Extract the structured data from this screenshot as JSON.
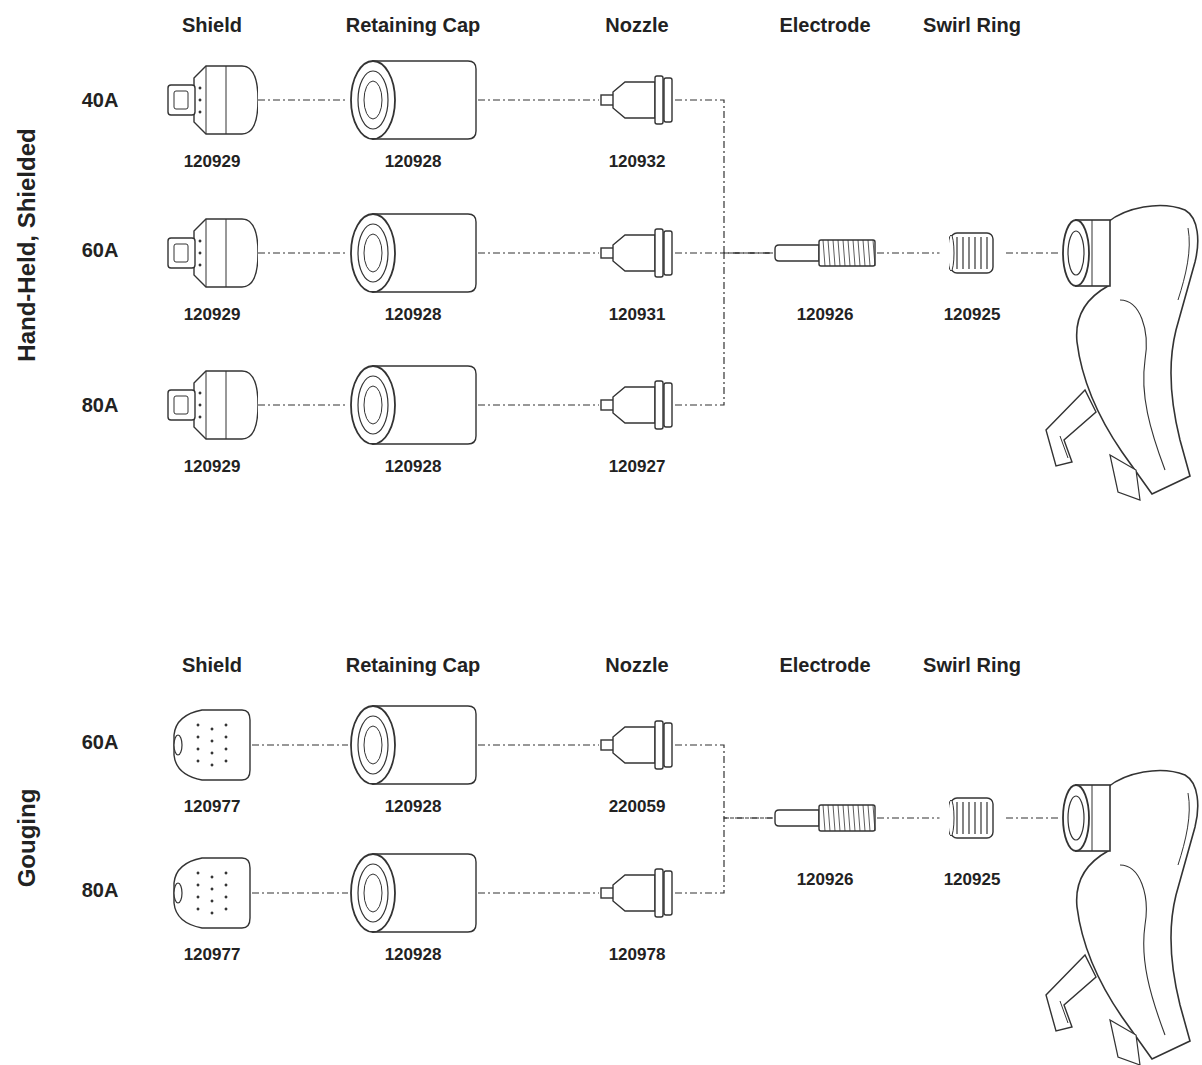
{
  "diagram": {
    "nodes": [
      {
        "text": [
          "120929"
        ]
      },
      {
        "text": [
          "120928"
        ]
      },
      {
        "text": [
          "120932"
        ]
      },
      {
        "text": [
          "120929"
        ]
      },
      {
        "text": [
          "120928"
        ]
      },
      {
        "text": [
          "120931"
        ]
      },
      {
        "text": [
          "120926"
        ]
      },
      {
        "text": [
          "120925"
        ]
      },
      {
        "text": [
          "120929"
        ]
      },
      {
        "text": [
          "120928"
        ]
      },
      {
        "text": [
          "120927"
        ]
      },
      {
        "text": [
          "120977"
        ]
      },
      {
        "text": [
          "120928"
        ]
      },
      {
        "text": [
          "220059"
        ]
      },
      {
        "text": [
          "120926"
        ]
      },
      {
        "text": [
          "120925"
        ]
      },
      {
        "text": [
          "120977"
        ]
      },
      {
        "text": [
          "120928"
        ]
      },
      {
        "text": [
          "120978"
        ]
      }
    ],
    "edges": [
      {
        "from": 0,
        "to": 1,
        "arrow": "none"
      },
      {
        "from": 1,
        "to": 2,
        "arrow": "none"
      },
      {
        "from": 2,
        "to": 6,
        "arrow": "none"
      },
      {
        "from": 3,
        "to": 4,
        "arrow": "none"
      },
      {
        "from": 4,
        "to": 5,
        "arrow": "none"
      },
      {
        "from": 5,
        "to": 6,
        "arrow": "none"
      },
      {
        "from": 6,
        "to": 7,
        "arrow": "none"
      },
      {
        "from": 8,
        "to": 9,
        "arrow": "none"
      },
      {
        "from": 9,
        "to": 10,
        "arrow": "none"
      },
      {
        "from": 10,
        "to": 6,
        "arrow": "none"
      },
      {
        "from": 11,
        "to": 12,
        "arrow": "none"
      },
      {
        "from": 12,
        "to": 13,
        "arrow": "none"
      },
      {
        "from": 13,
        "to": 14,
        "arrow": "none"
      },
      {
        "from": 14,
        "to": 15,
        "arrow": "none"
      },
      {
        "from": 16,
        "to": 17,
        "arrow": "none"
      },
      {
        "from": 17,
        "to": 18,
        "arrow": "none"
      },
      {
        "from": 18,
        "to": 14,
        "arrow": "none"
      }
    ],
    "labels": [
      "Shield",
      "Retaining Cap",
      "Nozzle",
      "Electrode",
      "Swirl Ring",
      "40A",
      "60A",
      "80A",
      "Hand-Held, Shielded",
      "Shield",
      "Retaining Cap",
      "Nozzle",
      "Electrode",
      "Swirl Ring",
      "60A",
      "80A",
      "Gouging"
    ]
  }
}
